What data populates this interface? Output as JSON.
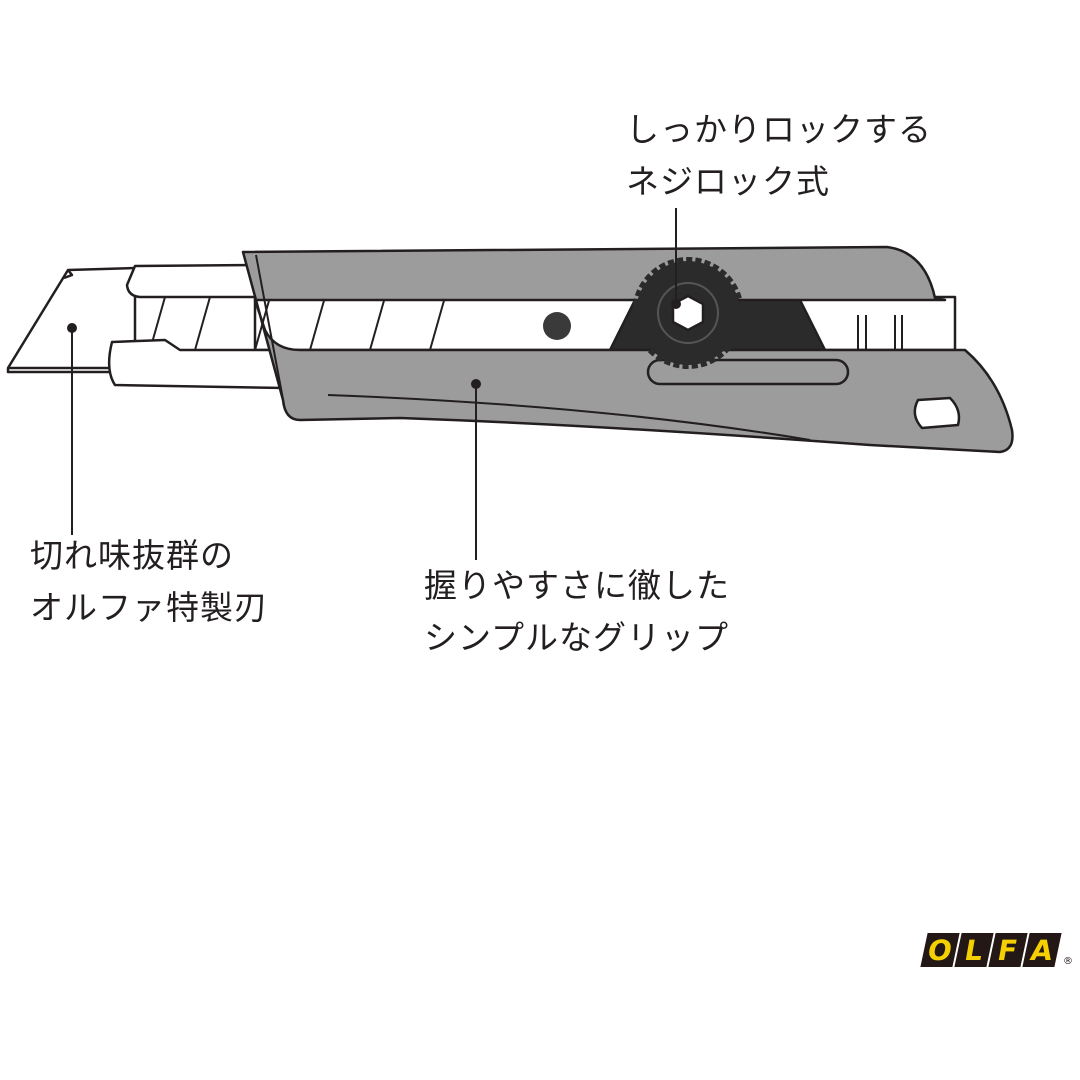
{
  "callouts": {
    "lock": {
      "line1": "しっかりロックする",
      "line2": "ネジロック式"
    },
    "blade": {
      "line1": "切れ味抜群の",
      "line2": "オルファ特製刃"
    },
    "grip": {
      "line1": "握りやすさに徹した",
      "line2": "シンプルなグリップ"
    }
  },
  "logo": {
    "letters": [
      "O",
      "L",
      "F",
      "A"
    ],
    "registered": "®",
    "text": "OLFA"
  },
  "colors": {
    "handle": "#9c9c9c",
    "knob": "#2b2b2b",
    "outline": "#231f20",
    "logo_yellow": "#f5d000",
    "logo_black": "#231815"
  }
}
